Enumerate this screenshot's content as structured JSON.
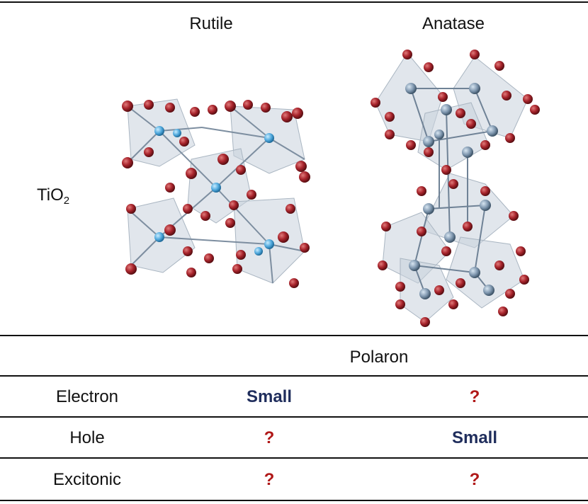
{
  "header": {
    "col1": "Rutile",
    "col2": "Anatase"
  },
  "row_label": {
    "base": "TiO",
    "subscript": "2"
  },
  "table": {
    "group_header": "Polaron",
    "rows": [
      {
        "label": "Electron",
        "rutile": "Small",
        "anatase": "?"
      },
      {
        "label": "Hole",
        "rutile": "?",
        "anatase": "Small"
      },
      {
        "label": "Excitonic",
        "rutile": "?",
        "anatase": "?"
      }
    ]
  },
  "colors": {
    "oxygen": "#a8242c",
    "titanium": "#4fa8dc",
    "octahedron": "#c9d2dc",
    "small_text": "#1f2d5c",
    "question_text": "#b01818"
  }
}
